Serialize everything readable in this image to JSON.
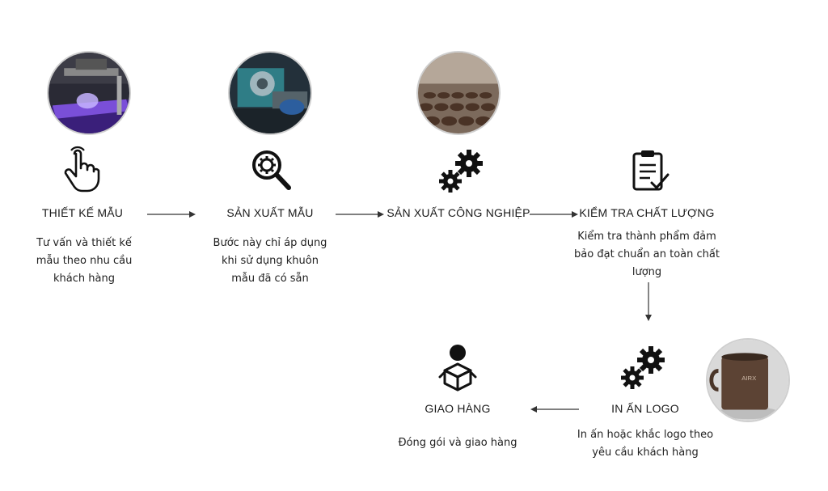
{
  "steps": [
    {
      "title": "THIẾT KẾ MẪU",
      "desc": "Tư vấn và thiết kế\nmẫu theo nhu cầu\nkhách hàng",
      "icon": "pointer-hand-icon",
      "photo": "3d-printer-photo"
    },
    {
      "title": "SẢN XUẤT MẪU",
      "desc": "Bước này chỉ áp dụng\nkhi sử dụng khuôn\nmẫu đã có sẵn",
      "icon": "magnifier-gear-icon",
      "photo": "machine-photo"
    },
    {
      "title": "SẢN XUẤT CÔNG NGHIỆP",
      "desc": "",
      "icon": "gears-icon",
      "photo": "ceramic-cups-photo"
    },
    {
      "title": "KIỂM TRA CHẤT LƯỢNG",
      "desc": "Kiểm tra thành phẩm đảm\nbảo đạt chuẩn an toàn chất\nlượng",
      "icon": "clipboard-check-icon",
      "photo": ""
    },
    {
      "title": "IN ẤN LOGO",
      "desc": "In ấn hoặc khắc logo theo\nyêu cầu khách hàng",
      "icon": "gears-icon",
      "photo": "logo-mug-photo"
    },
    {
      "title": "GIAO HÀNG",
      "desc": "Đóng gói và giao hàng",
      "icon": "delivery-person-box-icon",
      "photo": ""
    }
  ],
  "mug_logo_text": "AIRX",
  "colors": {
    "text": "#1a1a1a",
    "arrow": "#333333",
    "icon": "#111111"
  }
}
